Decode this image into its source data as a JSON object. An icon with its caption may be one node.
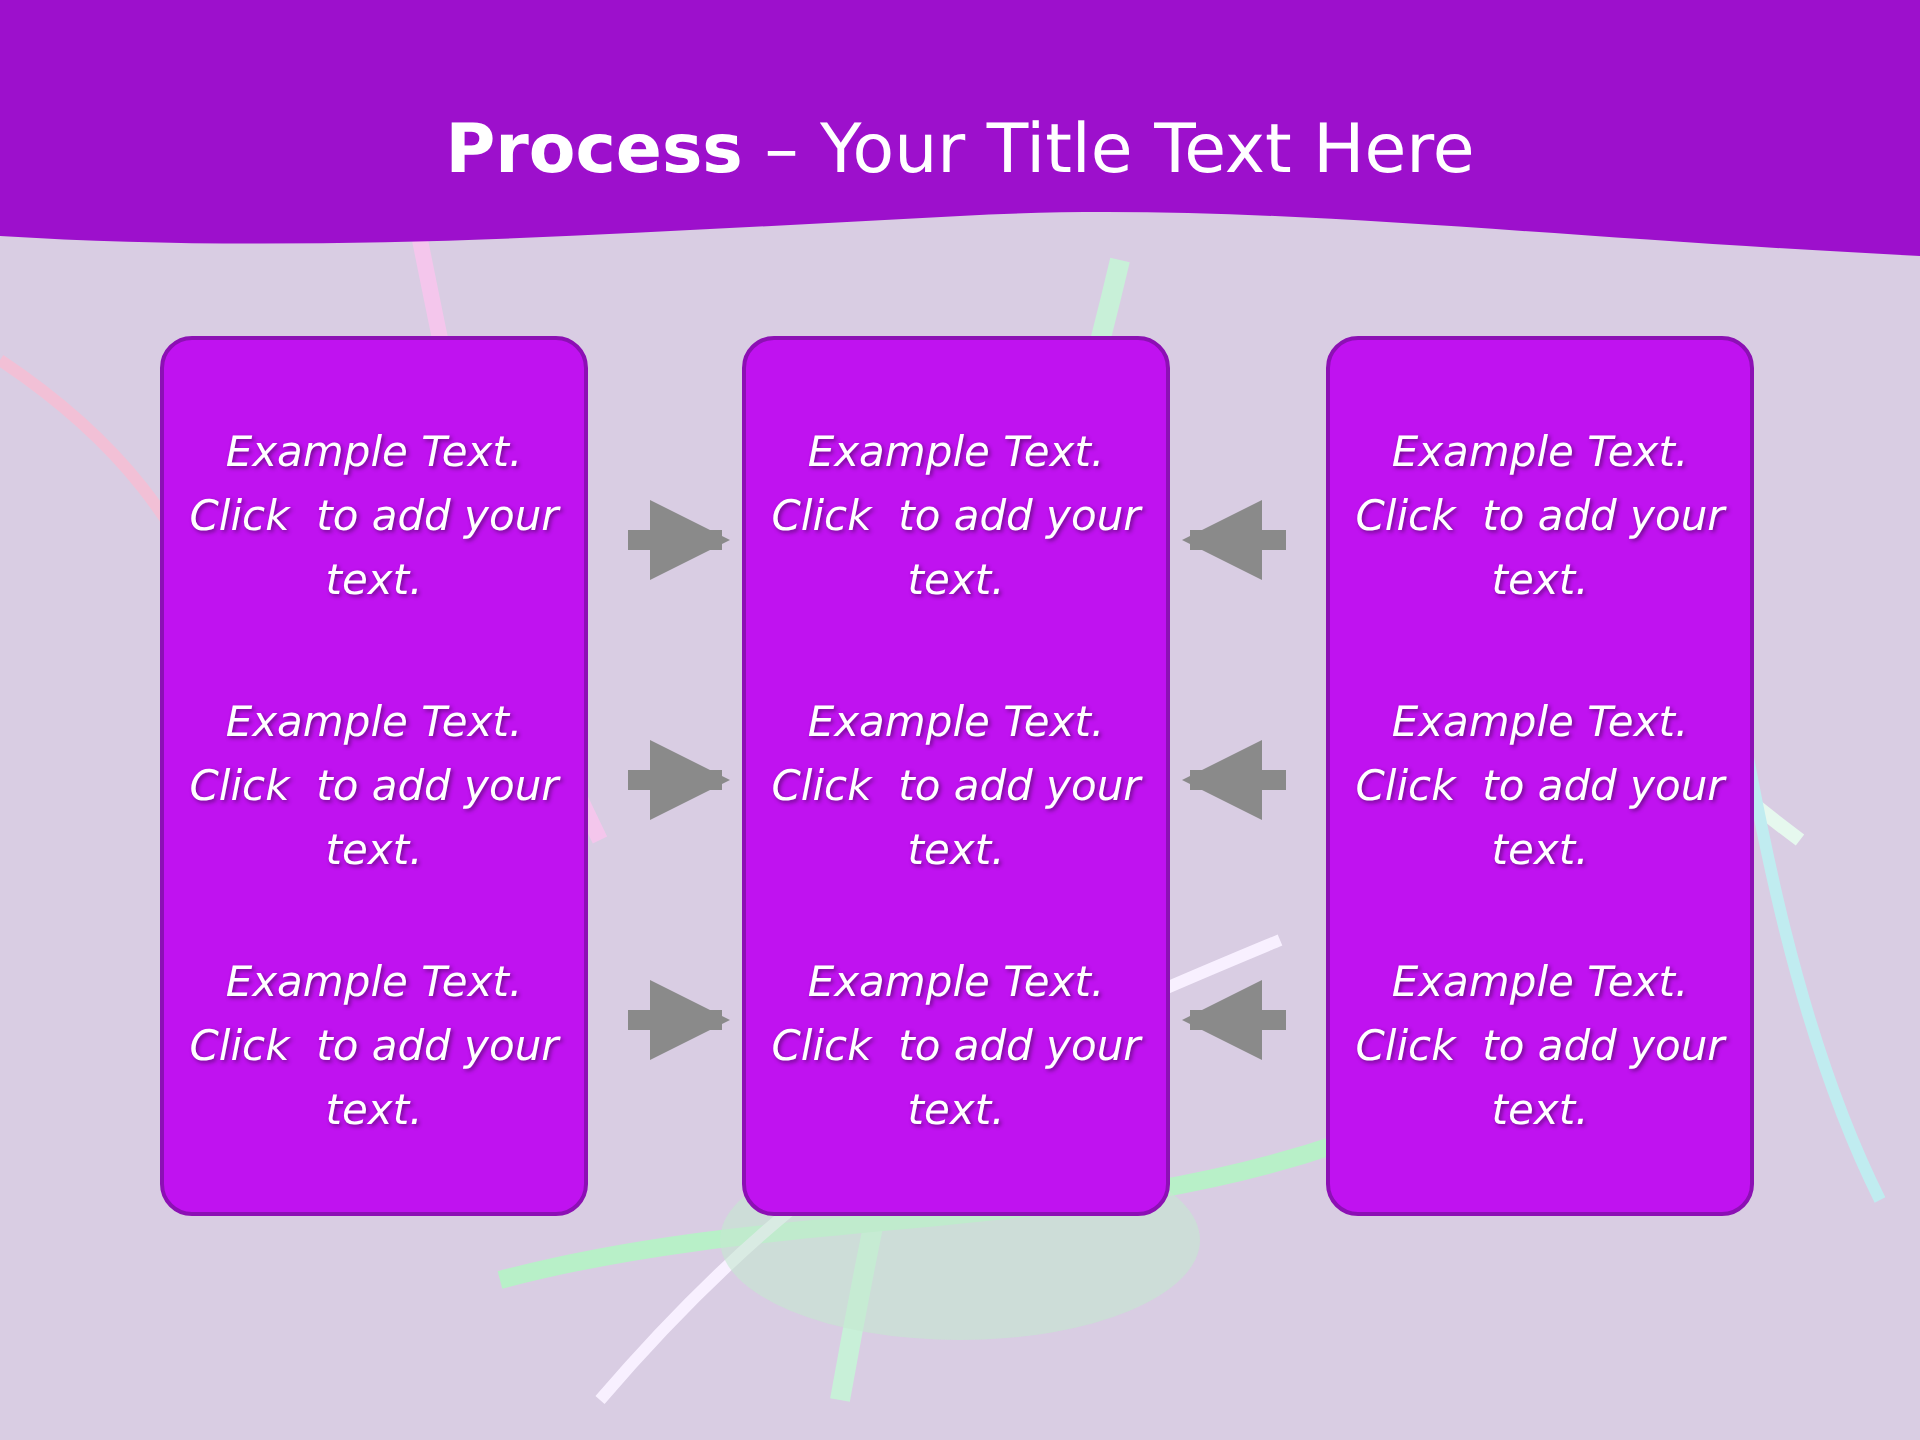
{
  "diagram": {
    "title": "**Process** – Your Title Text Here",
    "nodes": [
      {
        "text": [
          "Example Text. Click  to add your text.",
          "Example Text. Click  to add your text.",
          "Example Text. Click  to add your text."
        ]
      },
      {
        "text": [
          "Example Text. Click  to add your text.",
          "Example Text. Click  to add your text.",
          "Example Text. Click  to add your text."
        ]
      },
      {
        "text": [
          "Example Text. Click  to add your text.",
          "Example Text. Click  to add your text.",
          "Example Text. Click  to add your text."
        ]
      }
    ],
    "edges": [
      {
        "from": 0,
        "to": 1,
        "arrow": "to"
      },
      {
        "from": 0,
        "to": 1,
        "arrow": "to"
      },
      {
        "from": 0,
        "to": 1,
        "arrow": "to"
      },
      {
        "from": 2,
        "to": 1,
        "arrow": "to"
      },
      {
        "from": 2,
        "to": 1,
        "arrow": "to"
      },
      {
        "from": 2,
        "to": 1,
        "arrow": "to"
      }
    ]
  }
}
